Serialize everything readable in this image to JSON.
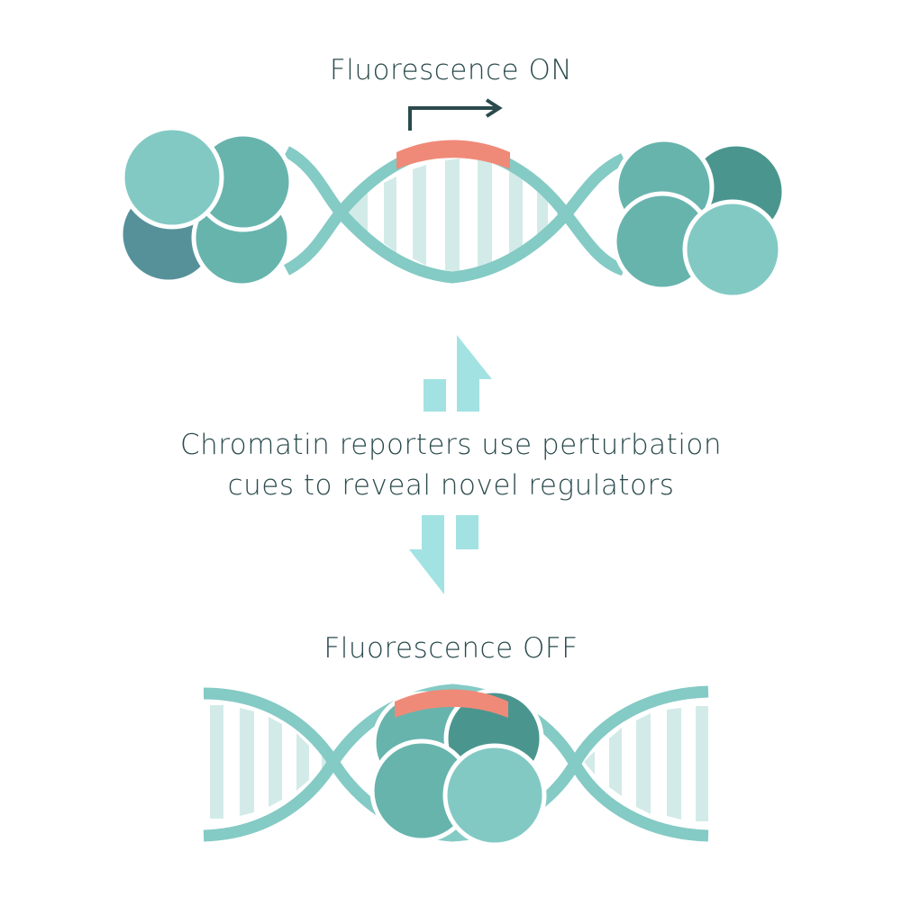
{
  "top_state": {
    "label": "Fluorescence ON"
  },
  "bottom_state": {
    "label": "Fluorescence OFF"
  },
  "caption": {
    "line1": "Chromatin reporters use perturbation",
    "line2": "cues to reveal novel regulators"
  },
  "colors": {
    "dna_strand": "#84cac5",
    "dna_rungs": "#d3ebe8",
    "reporter_gene": "#f08a78",
    "histone_light": "#82c9c4",
    "histone_mid": "#67b4ad",
    "histone_dark": "#4a968f",
    "histone_blue": "#56919a",
    "arrows": "#a2e2e2",
    "text": "#2a4a4c",
    "promoter_arrow": "#2a4a4c"
  },
  "icons": [
    "promoter-arrow-icon",
    "up-arrow-icon",
    "down-arrow-icon"
  ]
}
